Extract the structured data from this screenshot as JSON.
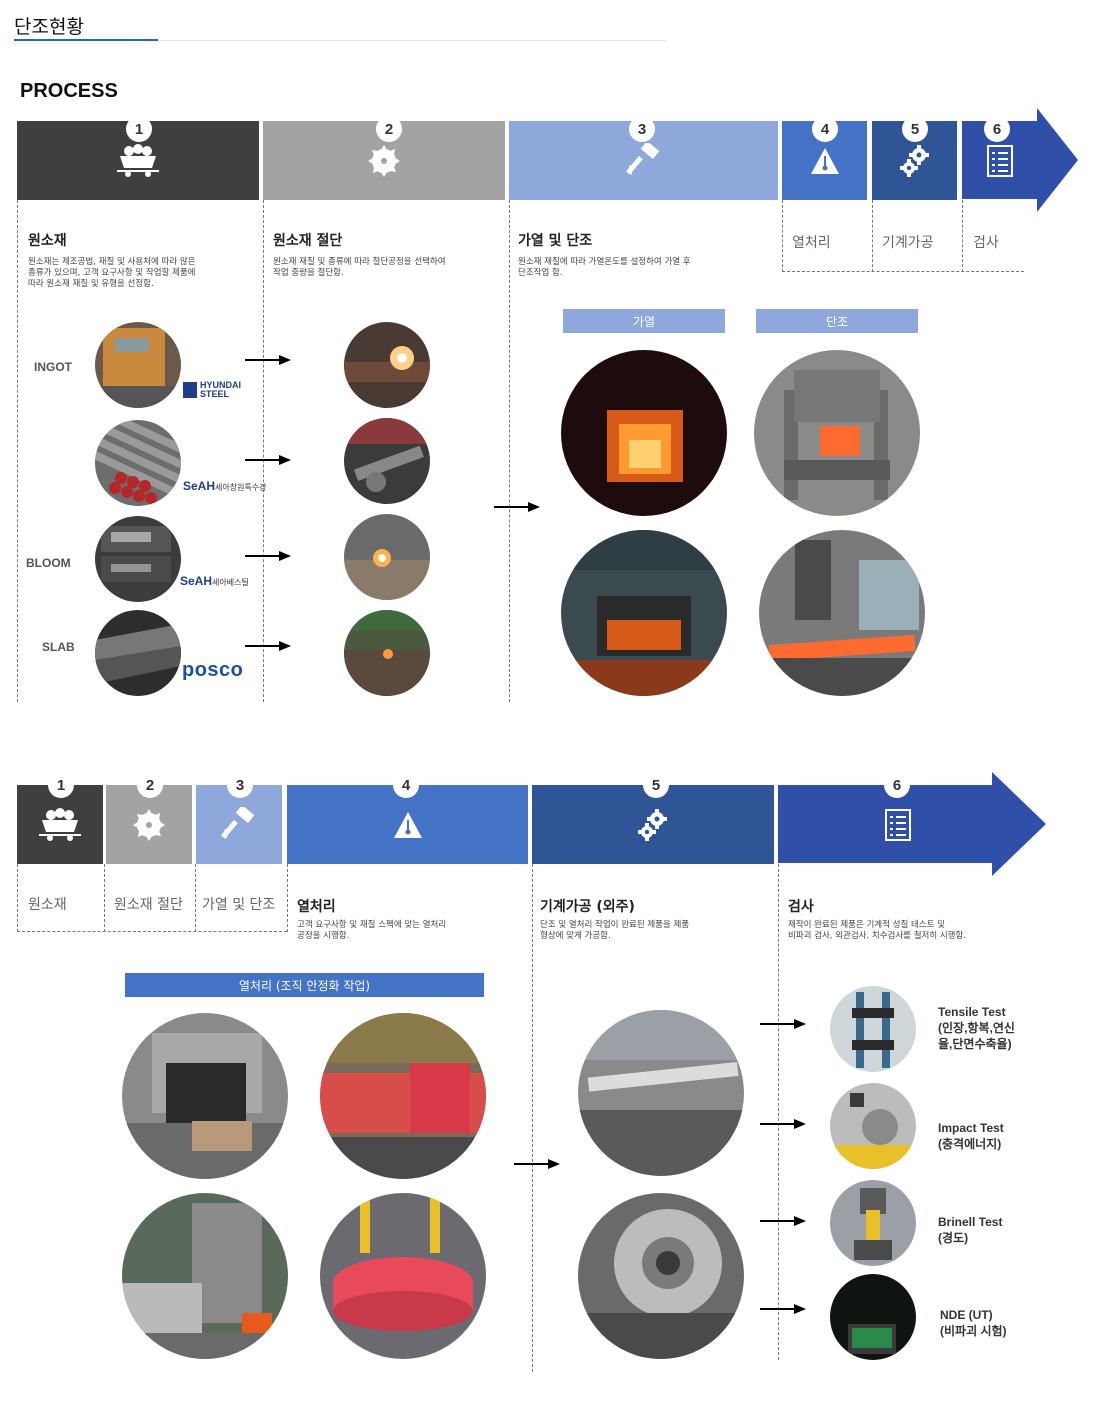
{
  "page_title": "단조현황",
  "process_title": "PROCESS",
  "colors": {
    "step1": "#3f3f3f",
    "step2": "#a3a3a3",
    "step3": "#8ea8db",
    "step4": "#4472c4",
    "step5": "#2f5597",
    "step6": "#2f4fa8",
    "accent": "#2f63b4"
  },
  "steps": [
    {
      "num": "1",
      "name": "원소재",
      "icon": "coal-cart-icon"
    },
    {
      "num": "2",
      "name": "원소재 절단",
      "icon": "saw-blade-icon"
    },
    {
      "num": "3",
      "name": "가열 및 단조",
      "icon": "hammer-icon"
    },
    {
      "num": "4",
      "name": "열처리",
      "icon": "thermometer-warning-icon"
    },
    {
      "num": "5",
      "name": "기계가공",
      "icon": "gears-icon"
    },
    {
      "num": "6",
      "name": "검사",
      "icon": "checklist-icon"
    }
  ],
  "top": {
    "desc1": [
      "원소재는 제조공법, 재질 및 사용처에 따라 많은",
      "종류가 있으며, 고객 요구사항 및 작업할 제품에",
      "따라 원소재 재질 및 유형을 선정함."
    ],
    "desc2": [
      "원소재 재질 및 종류에 따라 절단공정을 선택하여",
      "작업 중량을 절단함."
    ],
    "desc3": [
      "원소재 재질에 따라 가열온도를 설정하여 가열 후",
      "단조작업 함."
    ],
    "materials": [
      {
        "label": "INGOT",
        "logo": "HYUNDAI STEEL"
      },
      {
        "label": "",
        "logo": "SeAH"
      },
      {
        "label": "BLOOM",
        "logo": "SeAH"
      },
      {
        "label": "SLAB",
        "logo": "posco"
      }
    ],
    "logo_hyundai_1": "HYUNDAI",
    "logo_hyundai_2": "STEEL",
    "logo_seah_1_sub": "세아창원특수강",
    "logo_seah_2_sub": "세아베스틸",
    "heating_label": "가열",
    "forging_label": "단조"
  },
  "bottom": {
    "step5_name": "기계가공 (외주)",
    "desc4": [
      "고객 요구사항 및 재질 스펙에 맞는 열처리",
      "공정을 시행함."
    ],
    "desc5": [
      "단조 및 열처리 작업이 완료된 제품을 제품",
      "형상에 맞게 가공함."
    ],
    "desc6": [
      "제작이 완료된 제품은 기계적 성질 테스트 및",
      "비파괴 검사, 외관검사, 치수검사를 철저히 시행함."
    ],
    "heat_label": "열처리 (조직 안정화 작업)",
    "tests": [
      {
        "line1": "Tensile Test",
        "line2": "(인장,항복,연신",
        "line3": "율,단면수축율)"
      },
      {
        "line1": "Impact Test",
        "line2": "(충격에너지)",
        "line3": ""
      },
      {
        "line1": "Brinell Test",
        "line2": "(경도)",
        "line3": ""
      },
      {
        "line1": "NDE (UT)",
        "line2": "(비파괴 시험)",
        "line3": ""
      }
    ]
  }
}
